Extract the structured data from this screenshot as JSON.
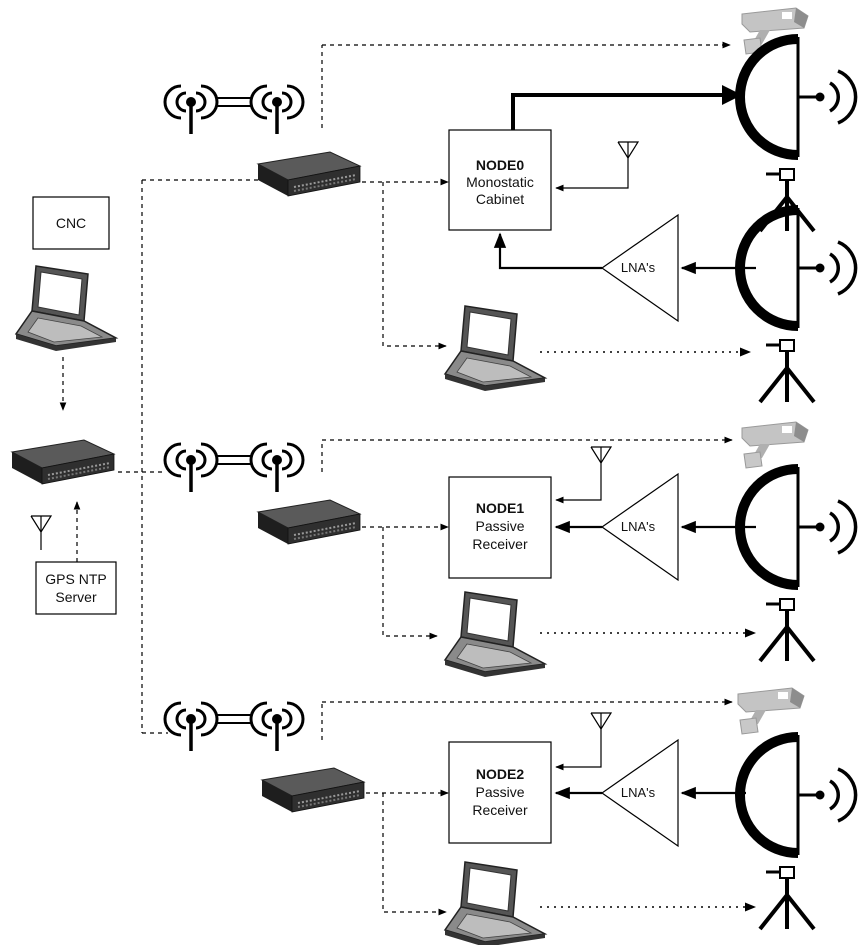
{
  "cnc": {
    "label": "CNC"
  },
  "gps": {
    "line1": "GPS NTP",
    "line2": "Server"
  },
  "nodes": [
    {
      "id_label": "NODE0",
      "line1": "Monostatic",
      "line2": "Cabinet"
    },
    {
      "id_label": "NODE1",
      "line1": "Passive",
      "line2": "Receiver"
    },
    {
      "id_label": "NODE2",
      "line1": "Passive",
      "line2": "Receiver"
    }
  ],
  "lna": {
    "label": "LNA's"
  },
  "colors": {
    "line": "#000000",
    "device_dark": "#2b2b2b",
    "camera": "#b8b8b8"
  },
  "icons": [
    "laptop-icon",
    "network-switch-icon",
    "wireless-bridge-icon",
    "antenna-icon",
    "security-camera-icon",
    "satellite-dish-icon",
    "tripod-icon",
    "amplifier-triangle-icon"
  ]
}
